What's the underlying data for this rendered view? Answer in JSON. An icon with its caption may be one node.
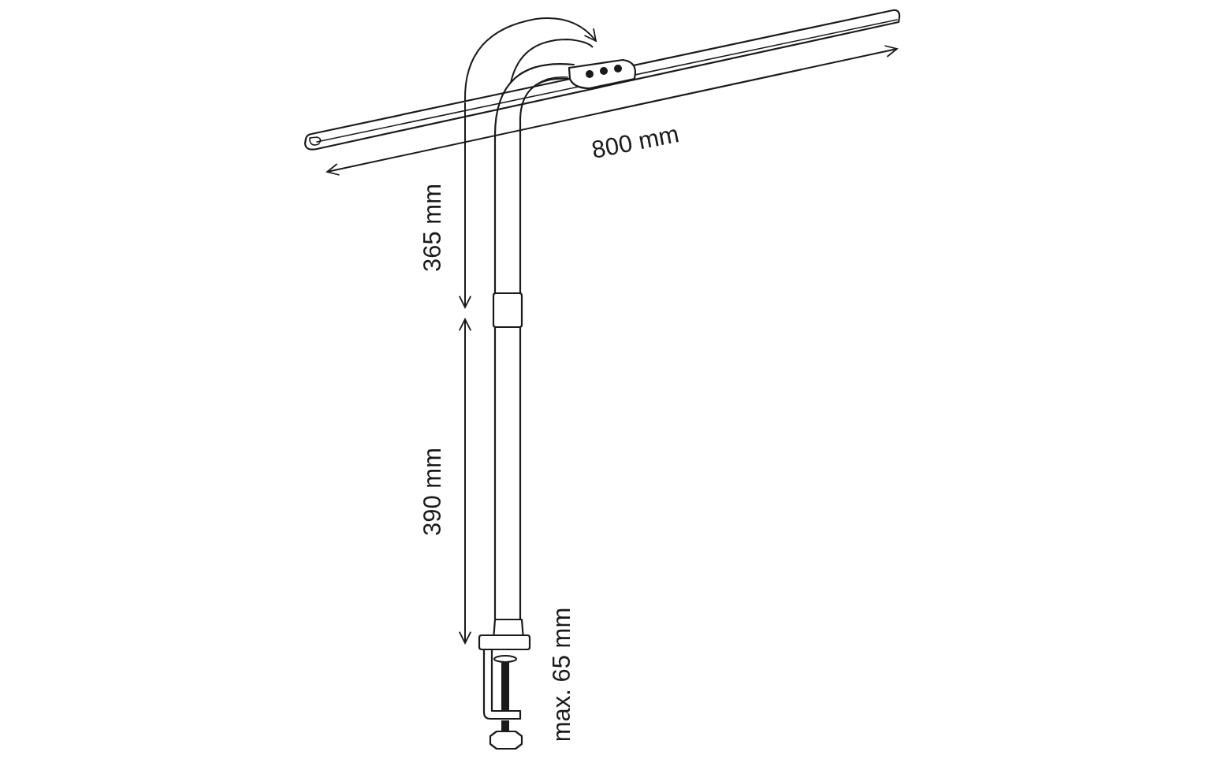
{
  "diagram": {
    "labels": [
      "800 mm",
      "365 mm",
      "390 mm",
      "max. 65 mm"
    ]
  }
}
